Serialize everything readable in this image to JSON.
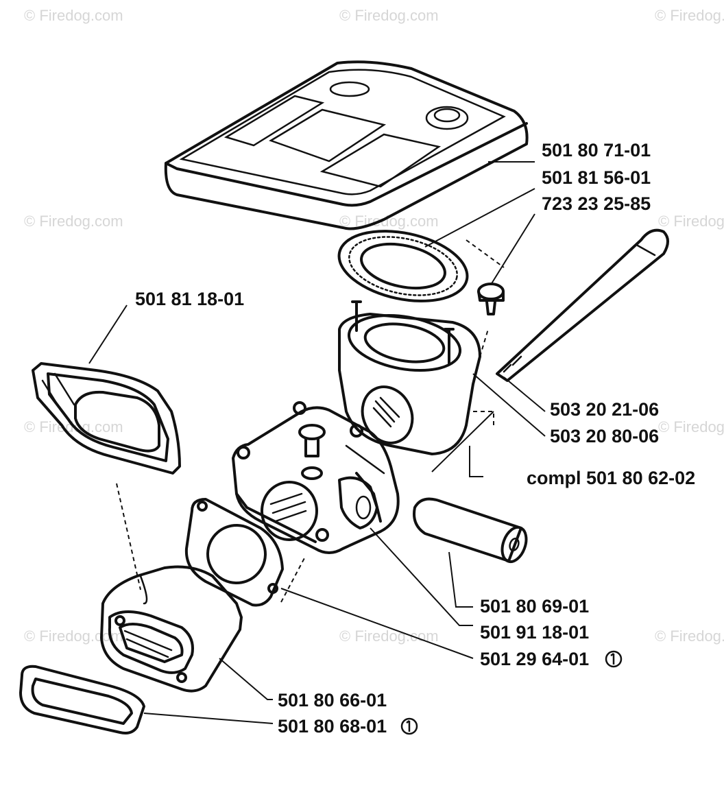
{
  "watermark": "© Firedog.com",
  "labels": {
    "air_filter_cover": "501 80 71-01",
    "gasket_top": "501 81 56-01",
    "screw": "723 23 25-85",
    "filter_frame": "501 81 18-01",
    "bolt": "503 20 21-06",
    "adapter": "503 20 80-06",
    "compl": "compl 501 80 62-02",
    "tube": "501 80 69-01",
    "carburetor": "501 91 18-01",
    "gasket_carb": "501 29 64-01",
    "intake_manifold": "501 80 66-01",
    "gasket_bottom": "501 80 68-01"
  },
  "icons": {
    "spare_part_marker": "circled-one-icon"
  }
}
